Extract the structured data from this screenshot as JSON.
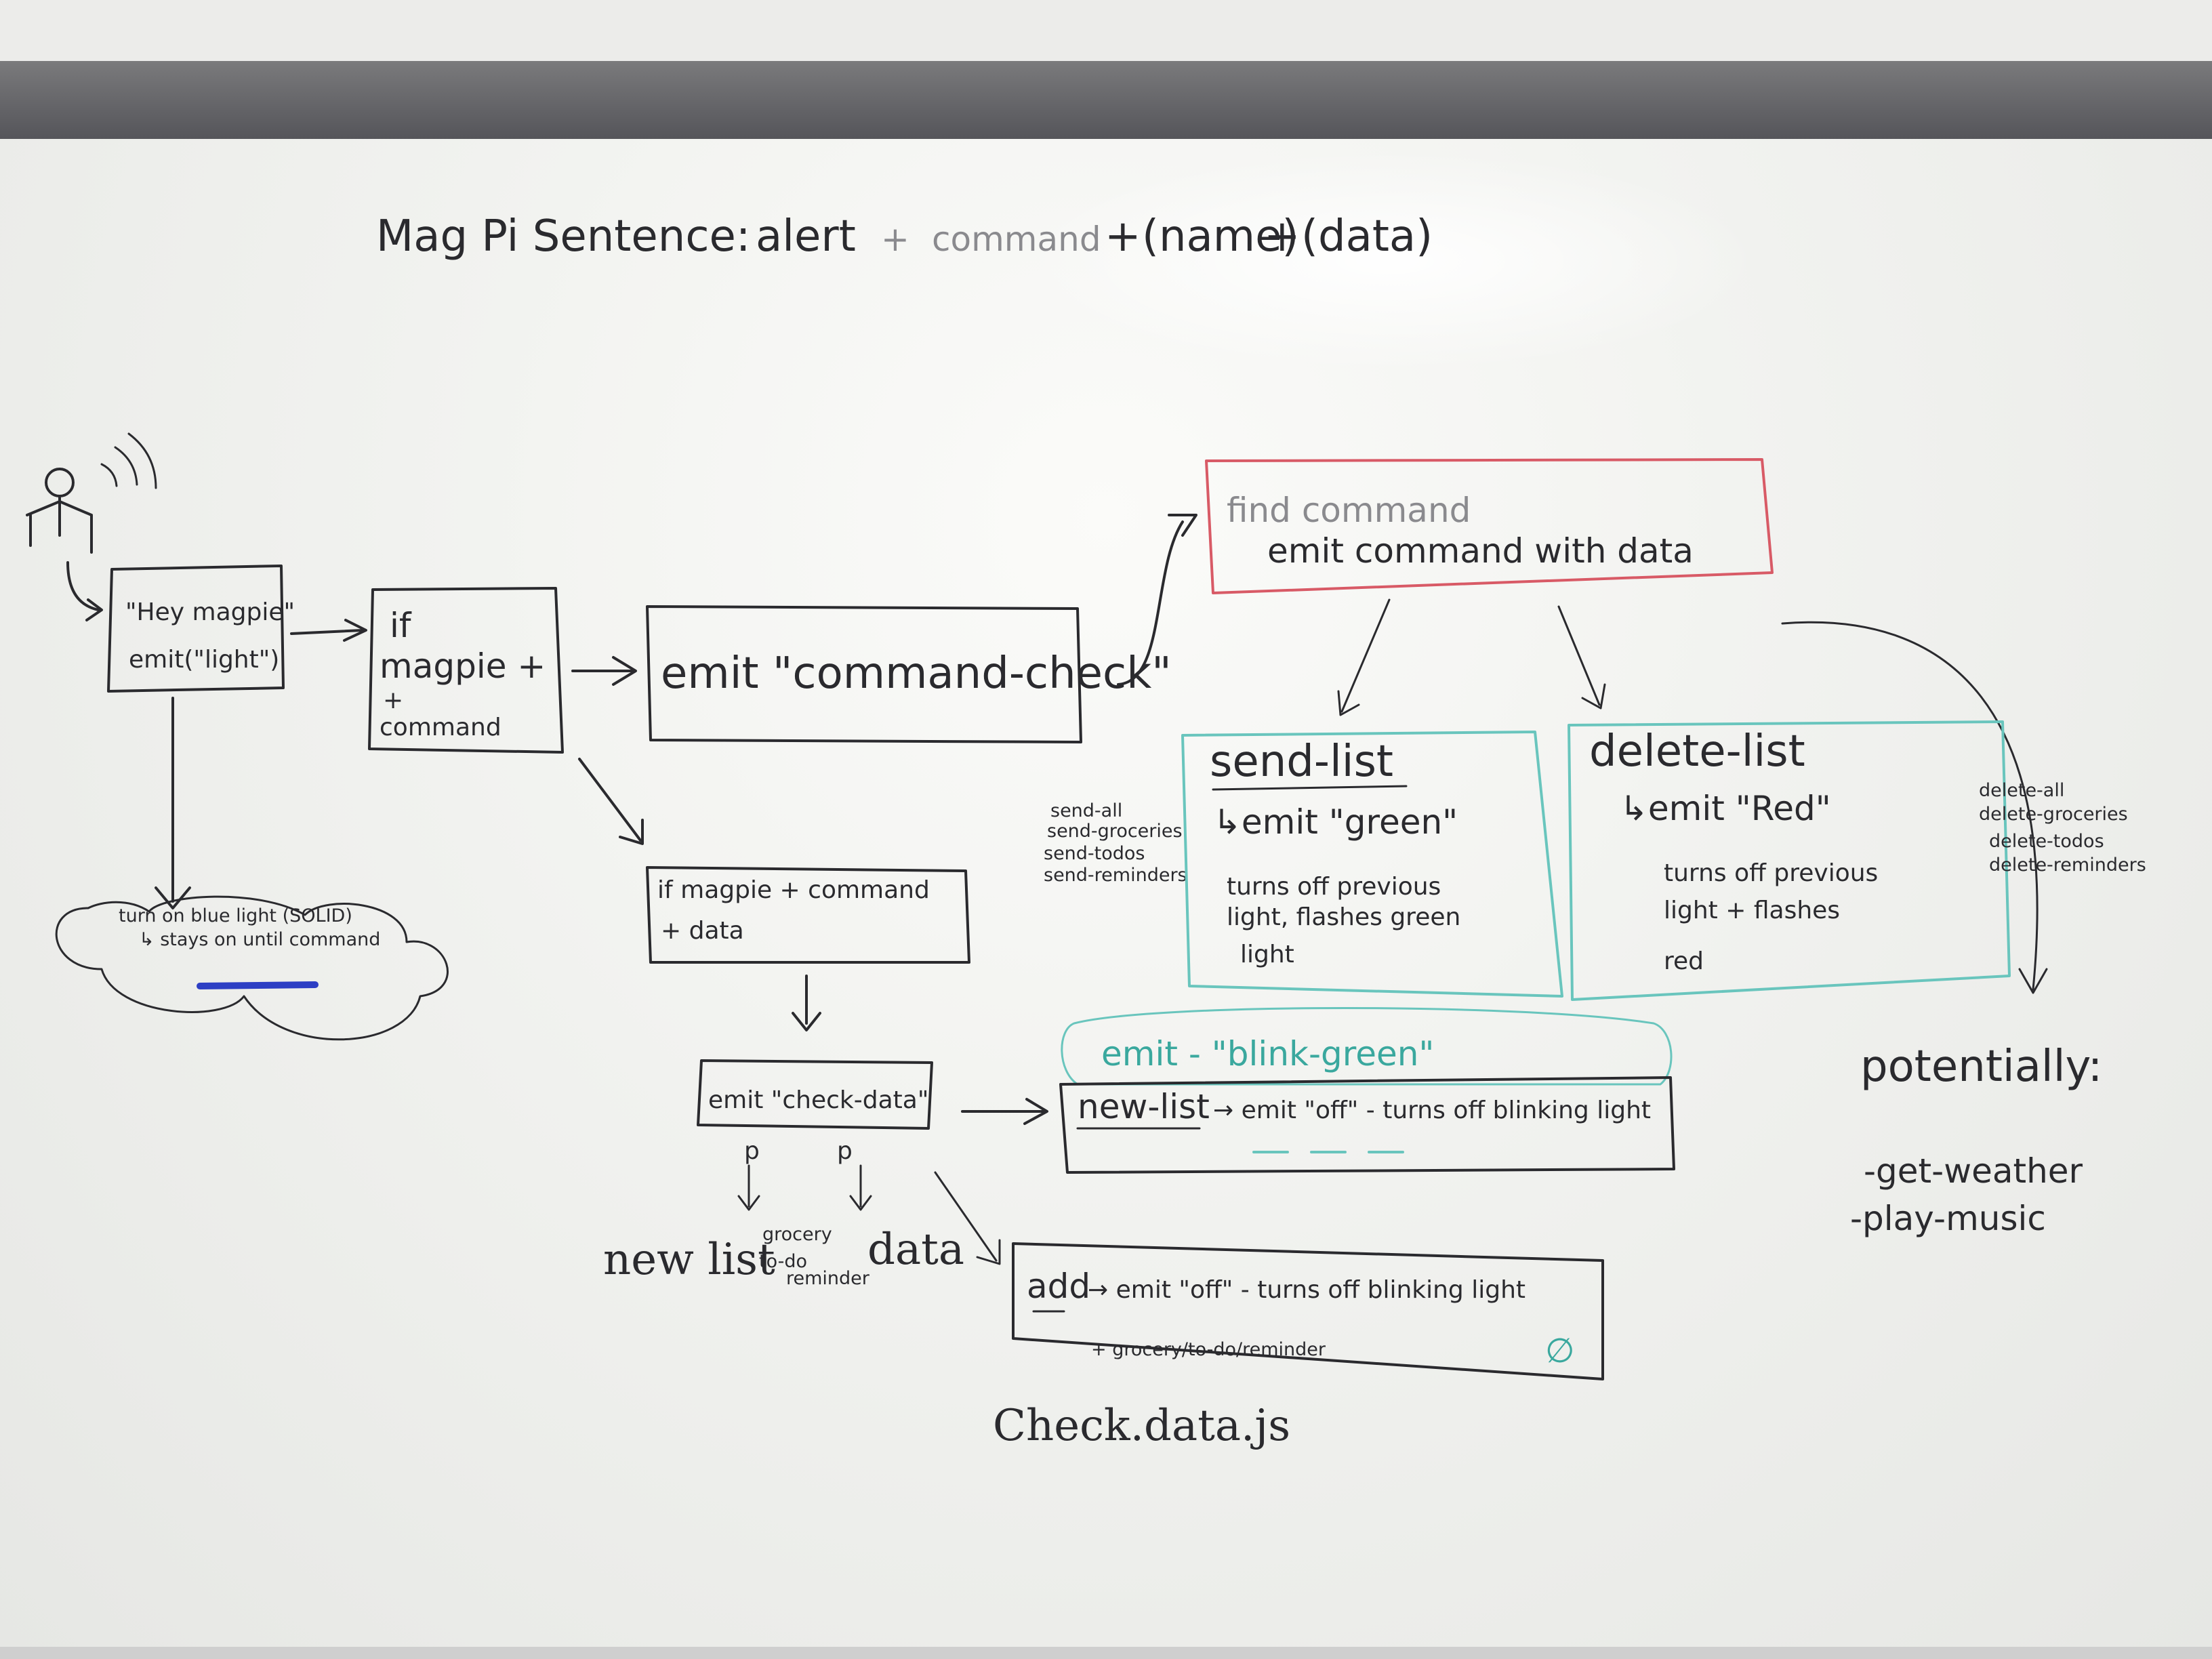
{
  "title": "Mag Pi Sentence:",
  "sentence": {
    "alert": "alert",
    "plus1": "+",
    "command": "command",
    "plus2": "+",
    "name": "(name)",
    "plus3": "+",
    "data": "(data)"
  },
  "hey_box": {
    "line1": "\"Hey magpie\"",
    "line2": "emit(\"light\")"
  },
  "blue_cloud": {
    "line1": "turn on blue light (SOLID)",
    "line2": "↳ stays on until command"
  },
  "if_box": {
    "line1": "if",
    "line2": "magpie +",
    "line3": "+",
    "line4": "command"
  },
  "command_check": {
    "text": "emit \"command-check\""
  },
  "find_box": {
    "line1": "find command",
    "line2": "emit command with data"
  },
  "data_box": {
    "line1": "if magpie + command",
    "line2": "+ data"
  },
  "check_data": {
    "text": "emit \"check-data\""
  },
  "send_options": [
    "send-all",
    "send-groceries",
    "send-todos",
    "send-reminders"
  ],
  "send_list": {
    "title": "send-list",
    "emit": "↳emit \"green\"",
    "desc1": "turns off previous",
    "desc2": "light, flashes green",
    "desc3": "light"
  },
  "delete_list": {
    "title": "delete-list",
    "emit": "↳emit \"Red\"",
    "desc1": "turns off previous",
    "desc2": "light + flashes",
    "desc3": "red"
  },
  "delete_options": [
    "delete-all",
    "delete-groceries",
    "delete-todos",
    "delete-reminders"
  ],
  "blink_box": {
    "header": "emit - \"blink-green\"",
    "new_list": "new-list",
    "line": "→ emit \"off\" - turns off blinking light"
  },
  "add_box": {
    "add": "add",
    "line": "→ emit \"off\" - turns off blinking light",
    "sub": "+ grocery/to-do/reminder",
    "symbol": "∅"
  },
  "branch_labels": {
    "p1": "p",
    "p2": "p",
    "new_list": "new list",
    "grocery": "grocery",
    "todo": "to-do",
    "reminder": "reminder",
    "data": "data"
  },
  "check_file": "Check.data.js",
  "potentially": {
    "title": "potentially:",
    "items": [
      "-get-weather",
      "-play-music"
    ]
  },
  "colors": {
    "ink": "#2a2a2e",
    "red_marker": "#d85a66",
    "teal_marker": "#69c5bd",
    "blue_marker": "#2d3fc4"
  }
}
